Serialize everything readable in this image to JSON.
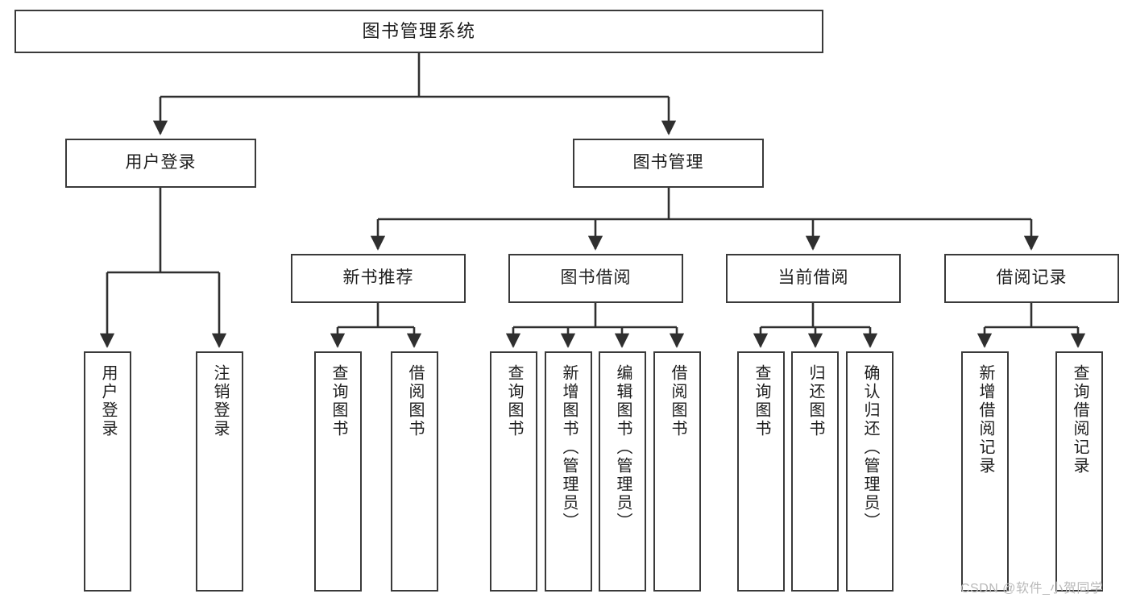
{
  "diagram": {
    "title": "图书管理系统",
    "type": "tree",
    "orientation": "top-down",
    "colors": {
      "box_border": "#3a3a3a",
      "box_fill": "#ffffff",
      "connector": "#2f2f2f",
      "text": "#1d1d1d",
      "watermark": "#b9b9b9",
      "background": "#ffffff"
    },
    "root": {
      "label": "图书管理系统"
    },
    "level2": [
      {
        "label": "用户登录"
      },
      {
        "label": "图书管理"
      }
    ],
    "level3": [
      {
        "label": "新书推荐"
      },
      {
        "label": "图书借阅"
      },
      {
        "label": "当前借阅"
      },
      {
        "label": "借阅记录"
      }
    ],
    "leaves": {
      "user_login": [
        {
          "label": "用户登录"
        },
        {
          "label": "注销登录"
        }
      ],
      "new_book_recommend": [
        {
          "label": "查询图书"
        },
        {
          "label": "借阅图书"
        }
      ],
      "book_borrow": [
        {
          "label": "查询图书"
        },
        {
          "label": "新增图书（管理员）"
        },
        {
          "label": "编辑图书（管理员）"
        },
        {
          "label": "借阅图书"
        }
      ],
      "current_borrow": [
        {
          "label": "查询图书"
        },
        {
          "label": "归还图书"
        },
        {
          "label": "确认归还（管理员）"
        }
      ],
      "borrow_record": [
        {
          "label": "新增借阅记录"
        },
        {
          "label": "查询借阅记录"
        }
      ]
    }
  },
  "watermark": {
    "text": "CSDN @软件_小贺同学"
  }
}
